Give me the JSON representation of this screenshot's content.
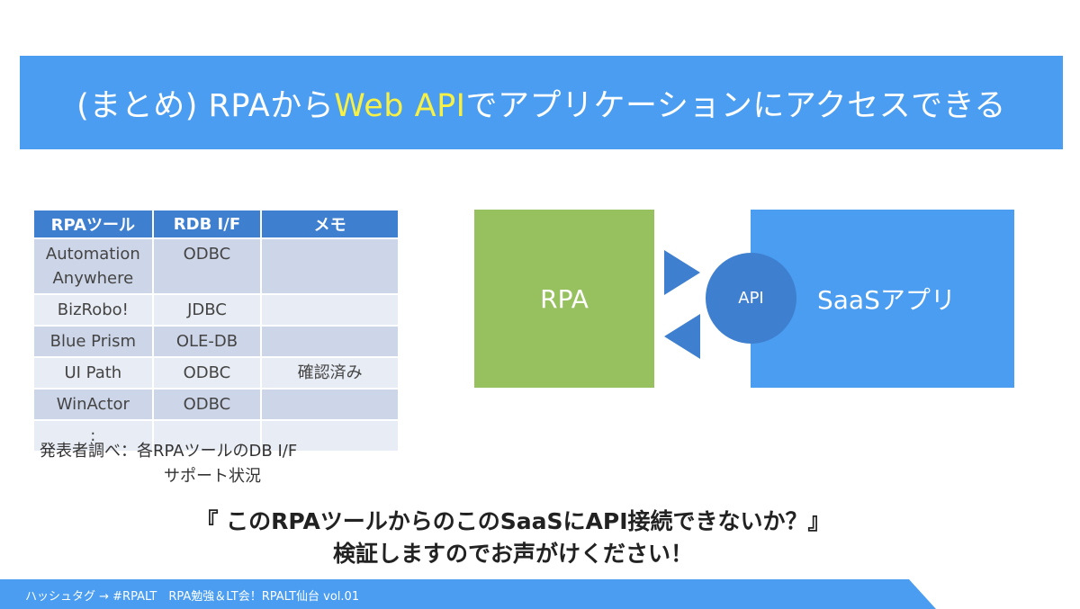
{
  "title": {
    "prefix": "(まとめ) RPAから",
    "highlight": "Web API",
    "suffix": "でアプリケーションにアクセスできる"
  },
  "table": {
    "headers": [
      "RPAツール",
      "RDB I/F",
      "メモ"
    ],
    "rows": [
      [
        "Automation Anywhere",
        "ODBC",
        ""
      ],
      [
        "BizRobo!",
        "JDBC",
        ""
      ],
      [
        "Blue Prism",
        "OLE-DB",
        ""
      ],
      [
        "UI Path",
        "ODBC",
        "確認済み"
      ],
      [
        "WinActor",
        "ODBC",
        ""
      ],
      [
        ":",
        "",
        ""
      ]
    ]
  },
  "caption": {
    "line1": "発表者調べ：各RPAツールのDB I/F",
    "line2": "サポート状況"
  },
  "diagram": {
    "rpa_label": "RPA",
    "api_label": "API",
    "saas_label": "SaaSアプリ",
    "colors": {
      "rpa": "#97c05f",
      "saas": "#4a9df0",
      "api": "#3f7fcf"
    }
  },
  "callout": {
    "line1": "『 このRPAツールからのこのSaaSにAPI接続できないか？』",
    "line2": "検証しますのでお声がけください！"
  },
  "footer": {
    "text": "ハッシュタグ → #RPALT　RPA勉強＆LT会！RPALT仙台 vol.01"
  },
  "colors": {
    "title_bg": "#4a9df0",
    "highlight": "#f7f045",
    "footer_bg": "#4a9df0"
  }
}
